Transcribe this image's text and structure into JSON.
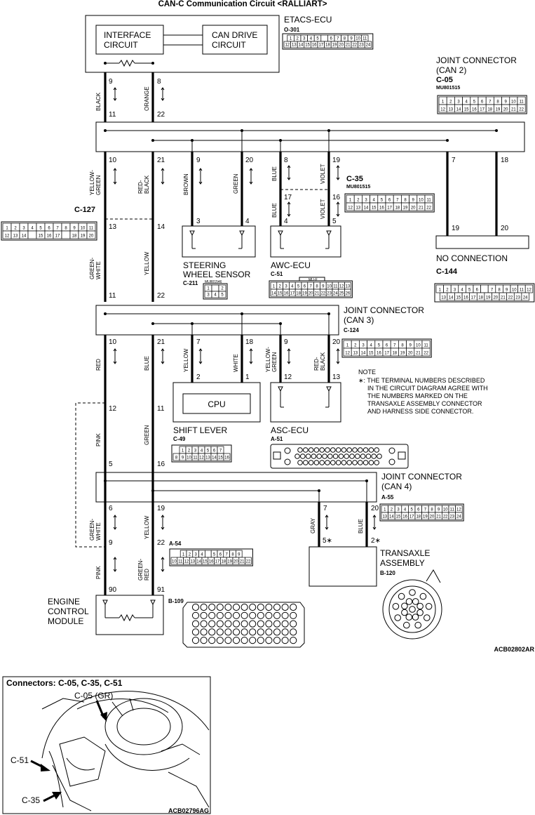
{
  "title": "CAN-C Communication Circuit <RALLIART>",
  "figure_code_main": "ACB02802AR",
  "figure_code_inset": "ACB02796AG",
  "components": {
    "etacs": {
      "name": "ETACS-ECU",
      "connector": "O-301",
      "interface": [
        "INTERFACE",
        "CIRCUIT"
      ],
      "can_drive": [
        "CAN DRIVE",
        "CIRCUIT"
      ]
    },
    "jc2": {
      "name": [
        "JOINT CONNECTOR",
        "(CAN 2)"
      ],
      "connector": "C-05",
      "part": "MU801515"
    },
    "c35": {
      "connector": "C-35",
      "part": "MU801515"
    },
    "c127": {
      "connector": "C-127"
    },
    "steering": {
      "name": [
        "STEERING",
        "WHEEL SENSOR"
      ],
      "connector": "C-211",
      "part": "MU801546"
    },
    "awc": {
      "name": "AWC-ECU",
      "connector": "C-51",
      "hatch": "MU-E"
    },
    "noconn": {
      "name": "NO CONNECTION",
      "connector": "C-144"
    },
    "jc3": {
      "name": [
        "JOINT CONNECTOR",
        "(CAN 3)"
      ],
      "connector": "C-124"
    },
    "note": [
      "NOTE",
      "∗: THE TERMINAL NUMBERS DESCRIBED",
      "IN THE CIRCUIT DIAGRAM AGREE WITH",
      "THE NUMBERS MARKED ON THE",
      "TRANSAXLE ASSEMBLY CONNECTOR",
      "AND HARNESS SIDE CONNECTOR."
    ],
    "shift": {
      "name": "SHIFT LEVER",
      "connector": "C-49",
      "cpu": "CPU"
    },
    "asc": {
      "name": "ASC-ECU",
      "connector": "A-51"
    },
    "jc4": {
      "name": [
        "JOINT CONNECTOR",
        "(CAN 4)"
      ],
      "connector": "A-55"
    },
    "a54": {
      "connector": "A-54"
    },
    "transaxle": {
      "name": [
        "TRANSAXLE",
        "ASSEMBLY"
      ],
      "connector": "B-120"
    },
    "ecm": {
      "name": [
        "ENGINE",
        "CONTROL",
        "MODULE"
      ],
      "connector": "B-109"
    }
  },
  "wires": {
    "black": "BLACK",
    "orange": "ORANGE",
    "yellow_green": [
      "YELLOW-",
      "GREEN"
    ],
    "red_black": [
      "RED-",
      "BLACK"
    ],
    "brown": "BROWN",
    "green": "GREEN",
    "blue": "BLUE",
    "violet": "VIOLET",
    "green_white": [
      "GREEN-",
      "WHITE"
    ],
    "yellow": "YELLOW",
    "red": "RED",
    "white": "WHITE",
    "yellow_green2": [
      "YELLOW-",
      "GREEN"
    ],
    "red_black2": [
      "RED-",
      "BLACK"
    ],
    "pink": "PINK",
    "gray": "GRAY",
    "green_red": [
      "GREEN-",
      "RED"
    ]
  },
  "terminals": {
    "e9": "9",
    "e8": "8",
    "e11": "11",
    "e22": "22",
    "j10": "10",
    "j21": "21",
    "j9": "9",
    "j20": "20",
    "j8": "8",
    "j19": "19",
    "j7": "7",
    "j18": "18",
    "c13": "13",
    "c14": "14",
    "s3": "3",
    "s4": "4",
    "c17": "17",
    "c16": "16",
    "a4": "4",
    "a5": "5",
    "n19": "19",
    "n20": "20",
    "k11": "11",
    "k22": "22",
    "q10": "10",
    "q21": "21",
    "q7": "7",
    "q18": "18",
    "q9": "9",
    "q20": "20",
    "sl2": "2",
    "sl1": "1",
    "as12": "12",
    "as13": "13",
    "p12": "12",
    "p11": "11",
    "p5": "5",
    "p16": "16",
    "r6": "6",
    "r19": "19",
    "r7": "7",
    "r20": "20",
    "a9": "9",
    "a22": "22",
    "t5": "5∗",
    "t2": "2∗",
    "m90": "90",
    "m91": "91"
  },
  "inset": {
    "title": "Connectors: C-05, C-35, C-51",
    "c05": "C-05 (GR)",
    "c51": "C-51",
    "c35": "C-35"
  },
  "connector_cells": {
    "o301": [
      [
        "1",
        "2",
        "3",
        "4",
        "5",
        "",
        "6",
        "7",
        "8",
        "9",
        "10",
        "11"
      ],
      [
        "12",
        "13",
        "14",
        "15",
        "16",
        "17",
        "18",
        "19",
        "20",
        "21",
        "22",
        "23",
        "24"
      ]
    ],
    "c05": [
      [
        "1",
        "2",
        "3",
        "4",
        "5",
        "6",
        "7",
        "8",
        "9",
        "10",
        "11"
      ],
      [
        "12",
        "13",
        "14",
        "15",
        "16",
        "17",
        "18",
        "19",
        "20",
        "21",
        "22"
      ]
    ],
    "c35": [
      [
        "1",
        "2",
        "3",
        "4",
        "5",
        "6",
        "7",
        "8",
        "9",
        "10",
        "11"
      ],
      [
        "12",
        "13",
        "14",
        "15",
        "16",
        "17",
        "18",
        "19",
        "20",
        "21",
        "22"
      ]
    ],
    "c127": [
      [
        "1",
        "2",
        "3",
        "4",
        "5",
        "6",
        "7",
        "8",
        "9",
        "10",
        "11"
      ],
      [
        "12",
        "13",
        "14",
        "",
        "15",
        "16",
        "17",
        "",
        "18",
        "19",
        "20"
      ]
    ],
    "c211": [
      [
        "1",
        "",
        "2"
      ],
      [
        "3",
        "4",
        "5"
      ]
    ],
    "c51": [
      [
        "1",
        "2",
        "3",
        "4",
        "5",
        "6",
        "7",
        "8",
        "9",
        "10",
        "11",
        "12",
        "13"
      ],
      [
        "14",
        "15",
        "16",
        "17",
        "18",
        "19",
        "20",
        "21",
        "22",
        "23",
        "24",
        "25",
        "26"
      ]
    ],
    "c144": [
      [
        "1",
        "2",
        "3",
        "4",
        "5",
        "6",
        "",
        "7",
        "8",
        "9",
        "10",
        "11",
        "12"
      ],
      [
        "13",
        "14",
        "15",
        "16",
        "17",
        "18",
        "19",
        "20",
        "21",
        "22",
        "23",
        "24"
      ]
    ],
    "c124": [
      [
        "1",
        "2",
        "3",
        "4",
        "5",
        "6",
        "7",
        "8",
        "9",
        "10",
        "11"
      ],
      [
        "12",
        "13",
        "14",
        "15",
        "16",
        "17",
        "18",
        "19",
        "20",
        "21",
        "22"
      ]
    ],
    "c49": [
      [
        "1",
        "2",
        "3",
        "4",
        "5",
        "6",
        "7"
      ],
      [
        "8",
        "9",
        "10",
        "11",
        "12",
        "13",
        "14",
        "15",
        "16"
      ]
    ],
    "a55": [
      [
        "1",
        "2",
        "3",
        "4",
        "5",
        "6",
        "7",
        "8",
        "9",
        "10",
        "11",
        "12"
      ],
      [
        "13",
        "14",
        "15",
        "16",
        "17",
        "18",
        "19",
        "20",
        "21",
        "22",
        "23",
        "24"
      ]
    ],
    "a54": [
      [
        "1",
        "2",
        "3",
        "4",
        "",
        "5",
        "6",
        "7",
        "8",
        "9"
      ],
      [
        "10",
        "11",
        "12",
        "13",
        "14",
        "15",
        "16",
        "17",
        "18",
        "19",
        "20",
        "21",
        "22"
      ]
    ]
  }
}
